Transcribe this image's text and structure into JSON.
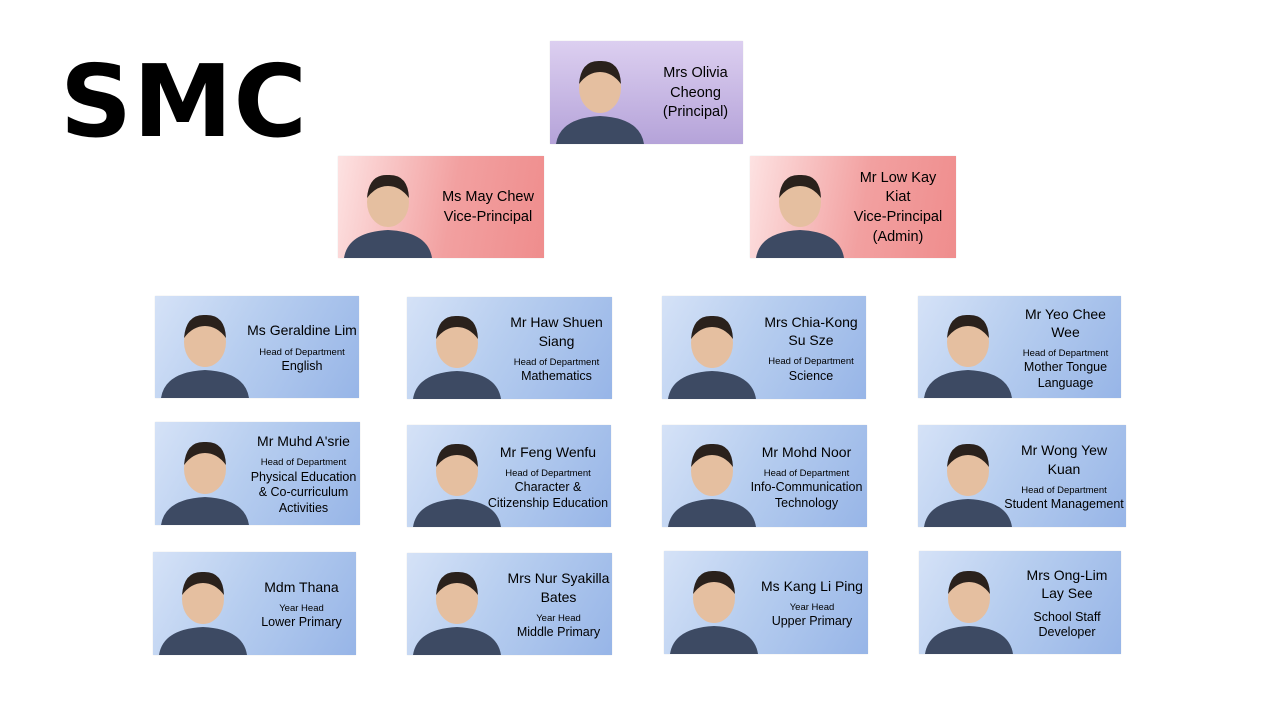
{
  "title": "SMC",
  "principal": {
    "name": "Mrs Olivia Cheong",
    "role": "(Principal)"
  },
  "vice_principals": [
    {
      "name": "Ms May Chew",
      "role": "Vice-Principal"
    },
    {
      "name": "Mr Low Kay Kiat",
      "role": "Vice-Principal (Admin)"
    }
  ],
  "heads_of_department": [
    {
      "name": "Ms Geraldine Lim",
      "title": "Head of Department",
      "subject": "English"
    },
    {
      "name": "Mr Haw Shuen Siang",
      "title": "Head of Department",
      "subject": "Mathematics"
    },
    {
      "name": "Mrs Chia-Kong Su Sze",
      "title": "Head of Department",
      "subject": "Science"
    },
    {
      "name": "Mr Yeo Chee Wee",
      "title": "Head of Department",
      "subject": "Mother Tongue Language"
    },
    {
      "name": "Mr Muhd A'srie",
      "title": "Head of Department",
      "subject": "Physical Education & Co-curriculum Activities"
    },
    {
      "name": "Mr Feng Wenfu",
      "title": "Head of Department",
      "subject": "Character & Citizenship Education"
    },
    {
      "name": "Mr Mohd Noor",
      "title": "Head of Department",
      "subject": "Info-Communication Technology"
    },
    {
      "name": "Mr Wong Yew Kuan",
      "title": "Head of Department",
      "subject": "Student Management"
    }
  ],
  "year_heads": [
    {
      "name": "Mdm Thana",
      "title": "Year Head",
      "subject": "Lower Primary"
    },
    {
      "name": "Mrs Nur Syakilla Bates",
      "title": "Year Head",
      "subject": "Middle Primary"
    },
    {
      "name": "Ms Kang Li Ping",
      "title": "Year Head",
      "subject": "Upper Primary"
    },
    {
      "name": "Mrs Ong-Lim Lay See",
      "title": "",
      "subject": "School Staff Developer"
    }
  ],
  "colors": {
    "principal_card": "#c3b3e0",
    "vice_principal_card": "#f4a6a6",
    "staff_card": "#aec6ee"
  }
}
